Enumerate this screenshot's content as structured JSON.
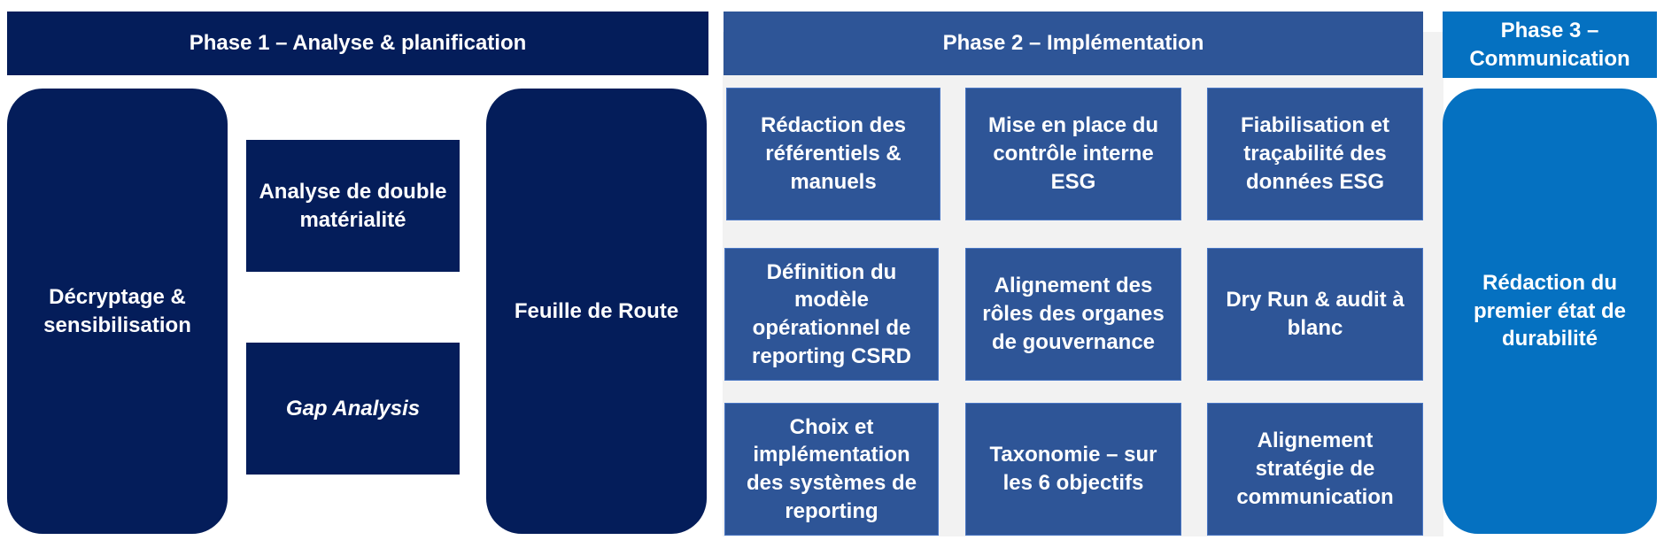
{
  "colors": {
    "phase1": "#041d5a",
    "phase2": "#2e5597",
    "phase3": "#0571c1",
    "background_phase2": "#f2f2f2"
  },
  "phase1": {
    "header": "Phase 1 – Analyse & planification",
    "decryptage": "Décryptage & sensibilisation",
    "analyse": "Analyse de double matérialité",
    "gap": "Gap Analysis",
    "feuille": "Feuille de Route"
  },
  "phase2": {
    "header": "Phase 2 – Implémentation",
    "boxes": [
      "Rédaction des référentiels & manuels",
      "Mise en place du contrôle interne ESG",
      "Fiabilisation et traçabilité des données ESG",
      "Définition du modèle opérationnel de reporting CSRD",
      "Alignement des rôles des organes de gouvernance",
      "Dry Run & audit à blanc",
      "Choix et implémentation des systèmes de reporting",
      "Taxonomie – sur les 6 objectifs",
      "Alignement stratégie de communication"
    ]
  },
  "phase3": {
    "header": "Phase 3 – Communication",
    "redaction": "Rédaction du premier état de durabilité"
  }
}
